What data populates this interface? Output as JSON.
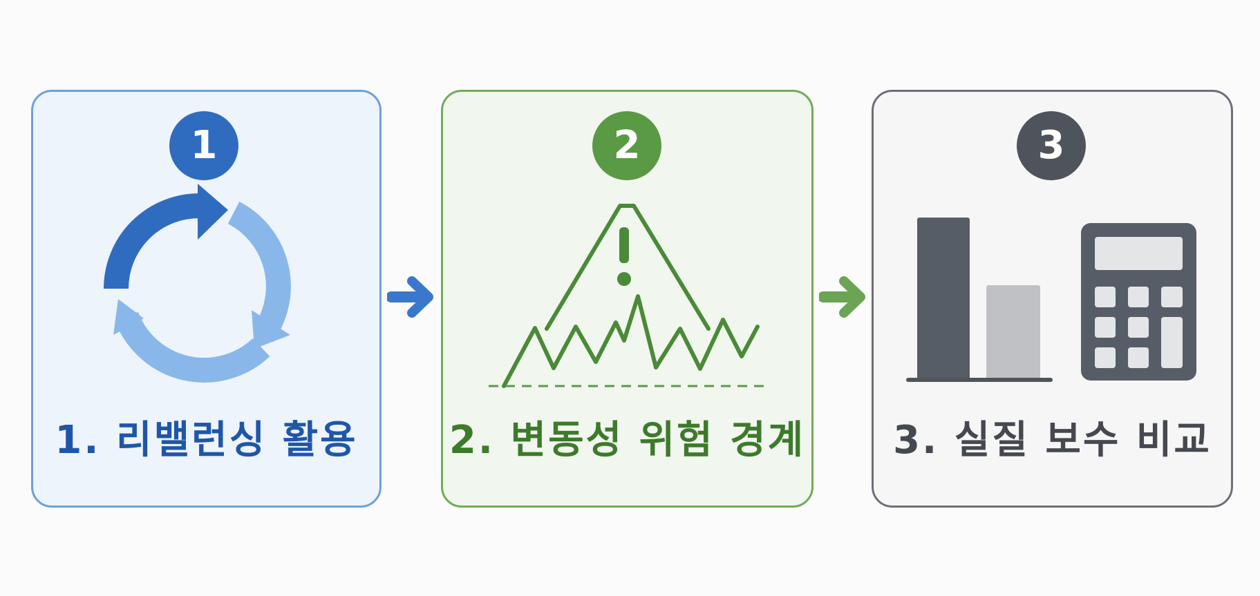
{
  "steps": [
    {
      "number": "1",
      "title": "1. 리밸런싱 활용",
      "icon": "cycle-arrows-icon",
      "color": "#2f6cc0"
    },
    {
      "number": "2",
      "title": "2. 변동성 위험 경계",
      "icon": "volatility-warning-icon",
      "color": "#5a9a45"
    },
    {
      "number": "3",
      "title": "3. 실질 보수 비교",
      "icon": "bar-chart-calculator-icon",
      "color": "#4f545c"
    }
  ],
  "connectors": [
    {
      "icon": "arrow-right-icon",
      "color": "#3a78cc"
    },
    {
      "icon": "arrow-right-icon",
      "color": "#6aa454"
    }
  ]
}
